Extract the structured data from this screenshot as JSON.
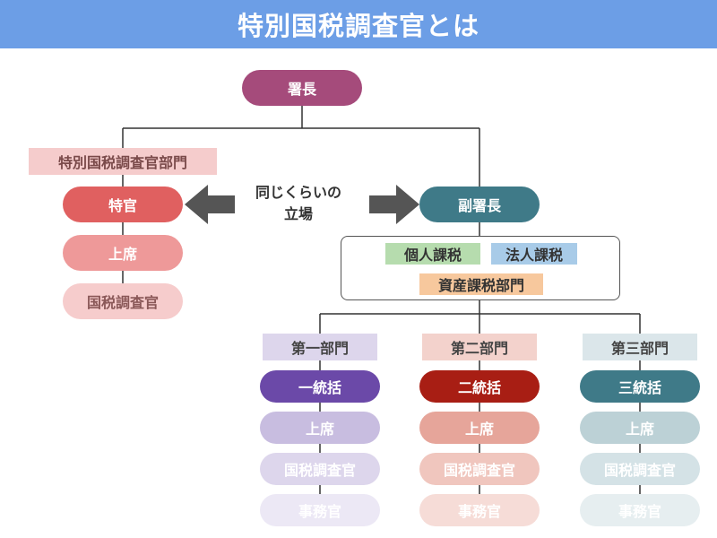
{
  "title": "特別国税調査官とは",
  "head": {
    "label": "署長",
    "color": "#a54b7b"
  },
  "special_dept": {
    "label": "特別国税調査官部門",
    "bg": "#f5cccc",
    "fg": "#7a4a4a"
  },
  "special_chain": [
    {
      "label": "特官",
      "bg": "#e06060",
      "fg": "#ffffff"
    },
    {
      "label": "上席",
      "bg": "#ee9999",
      "fg": "#ffffff"
    },
    {
      "label": "国税調査官",
      "bg": "#f6cccc",
      "fg": "#8a5858"
    }
  ],
  "same_level": {
    "line1": "同じくらいの",
    "line2": "立場"
  },
  "deputy": {
    "label": "副署長",
    "color": "#3f7a88"
  },
  "tax_types": [
    {
      "label": "個人課税",
      "bg": "#b6dcae"
    },
    {
      "label": "法人課税",
      "bg": "#a8cbe8"
    },
    {
      "label": "資産課税部門",
      "bg": "#f7c89d"
    }
  ],
  "departments": [
    {
      "name": "第一部門",
      "name_bg": "#ddd6ec",
      "chain": [
        {
          "label": "一統括",
          "bg": "#6b49a8",
          "fg": "#ffffff"
        },
        {
          "label": "上席",
          "bg": "#c8bde0",
          "fg": "#ffffff"
        },
        {
          "label": "国税調査官",
          "bg": "#ddd6ec",
          "fg": "#ffffff"
        },
        {
          "label": "事務官",
          "bg": "#ece8f5",
          "fg": "#ffffff"
        }
      ]
    },
    {
      "name": "第二部門",
      "name_bg": "#f3d2cc",
      "chain": [
        {
          "label": "二統括",
          "bg": "#a81e14",
          "fg": "#ffffff"
        },
        {
          "label": "上席",
          "bg": "#e6a59a",
          "fg": "#ffffff"
        },
        {
          "label": "国税調査官",
          "bg": "#f0c6be",
          "fg": "#ffffff"
        },
        {
          "label": "事務官",
          "bg": "#f6dcd7",
          "fg": "#ffffff"
        }
      ]
    },
    {
      "name": "第三部門",
      "name_bg": "#dbe6ea",
      "chain": [
        {
          "label": "三統括",
          "bg": "#3f7a88",
          "fg": "#ffffff"
        },
        {
          "label": "上席",
          "bg": "#bcd1d6",
          "fg": "#ffffff"
        },
        {
          "label": "国税調査官",
          "bg": "#d4e2e6",
          "fg": "#ffffff"
        },
        {
          "label": "事務官",
          "bg": "#e6eef0",
          "fg": "#ffffff"
        }
      ]
    }
  ],
  "colors": {
    "line": "#333333",
    "arrow": "#555555"
  }
}
